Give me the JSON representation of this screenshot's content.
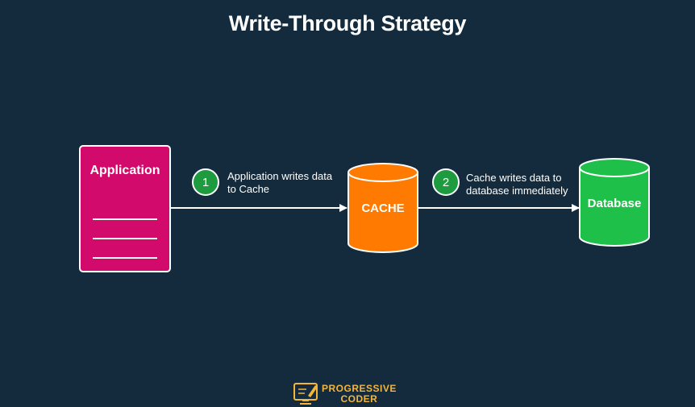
{
  "title": "Write-Through Strategy",
  "nodes": {
    "application": {
      "label": "Application",
      "color": "#d10a6b"
    },
    "cache": {
      "label": "CACHE",
      "color": "#ff7a00"
    },
    "database": {
      "label": "Database",
      "color": "#1fc04a"
    }
  },
  "steps": [
    {
      "number": "1",
      "line1": "Application writes data",
      "line2": "to Cache"
    },
    {
      "number": "2",
      "line1": "Cache writes data to",
      "line2": "database immediately"
    }
  ],
  "colors": {
    "background": "#132b3d",
    "badge": "#1e9b3e",
    "arrow": "#ffffff",
    "logo": "#f4b53b"
  },
  "logo": {
    "line1": "PROGRESSIVE",
    "line2": "CODER",
    "icon": "pencil-monitor-icon"
  }
}
